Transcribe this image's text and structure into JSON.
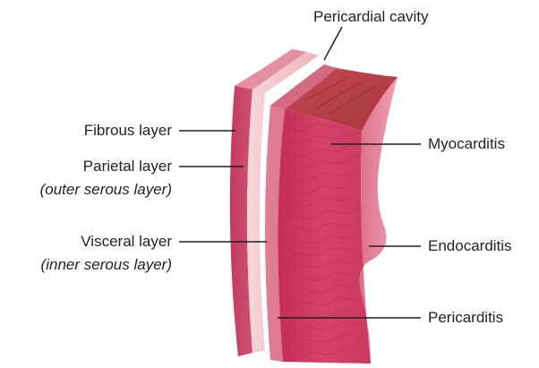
{
  "labels": {
    "pericardial_cavity": "Pericardial cavity",
    "fibrous_layer": "Fibrous layer",
    "parietal_layer": "Parietal layer",
    "parietal_sub": "(outer serous layer)",
    "visceral_layer": "Visceral layer",
    "visceral_sub": "(inner serous layer)",
    "myocarditis": "Myocarditis",
    "endocarditis": "Endocarditis",
    "pericarditis": "Pericarditis"
  },
  "colors": {
    "fibrous": "#d24f6f",
    "parietal": "#f2c6cb",
    "visceral": "#e27a92",
    "myocardium_front": "#cf3a5f",
    "myocardium_top": "#b84049",
    "endocardium": "#e8889c",
    "leader": "#231f20"
  }
}
